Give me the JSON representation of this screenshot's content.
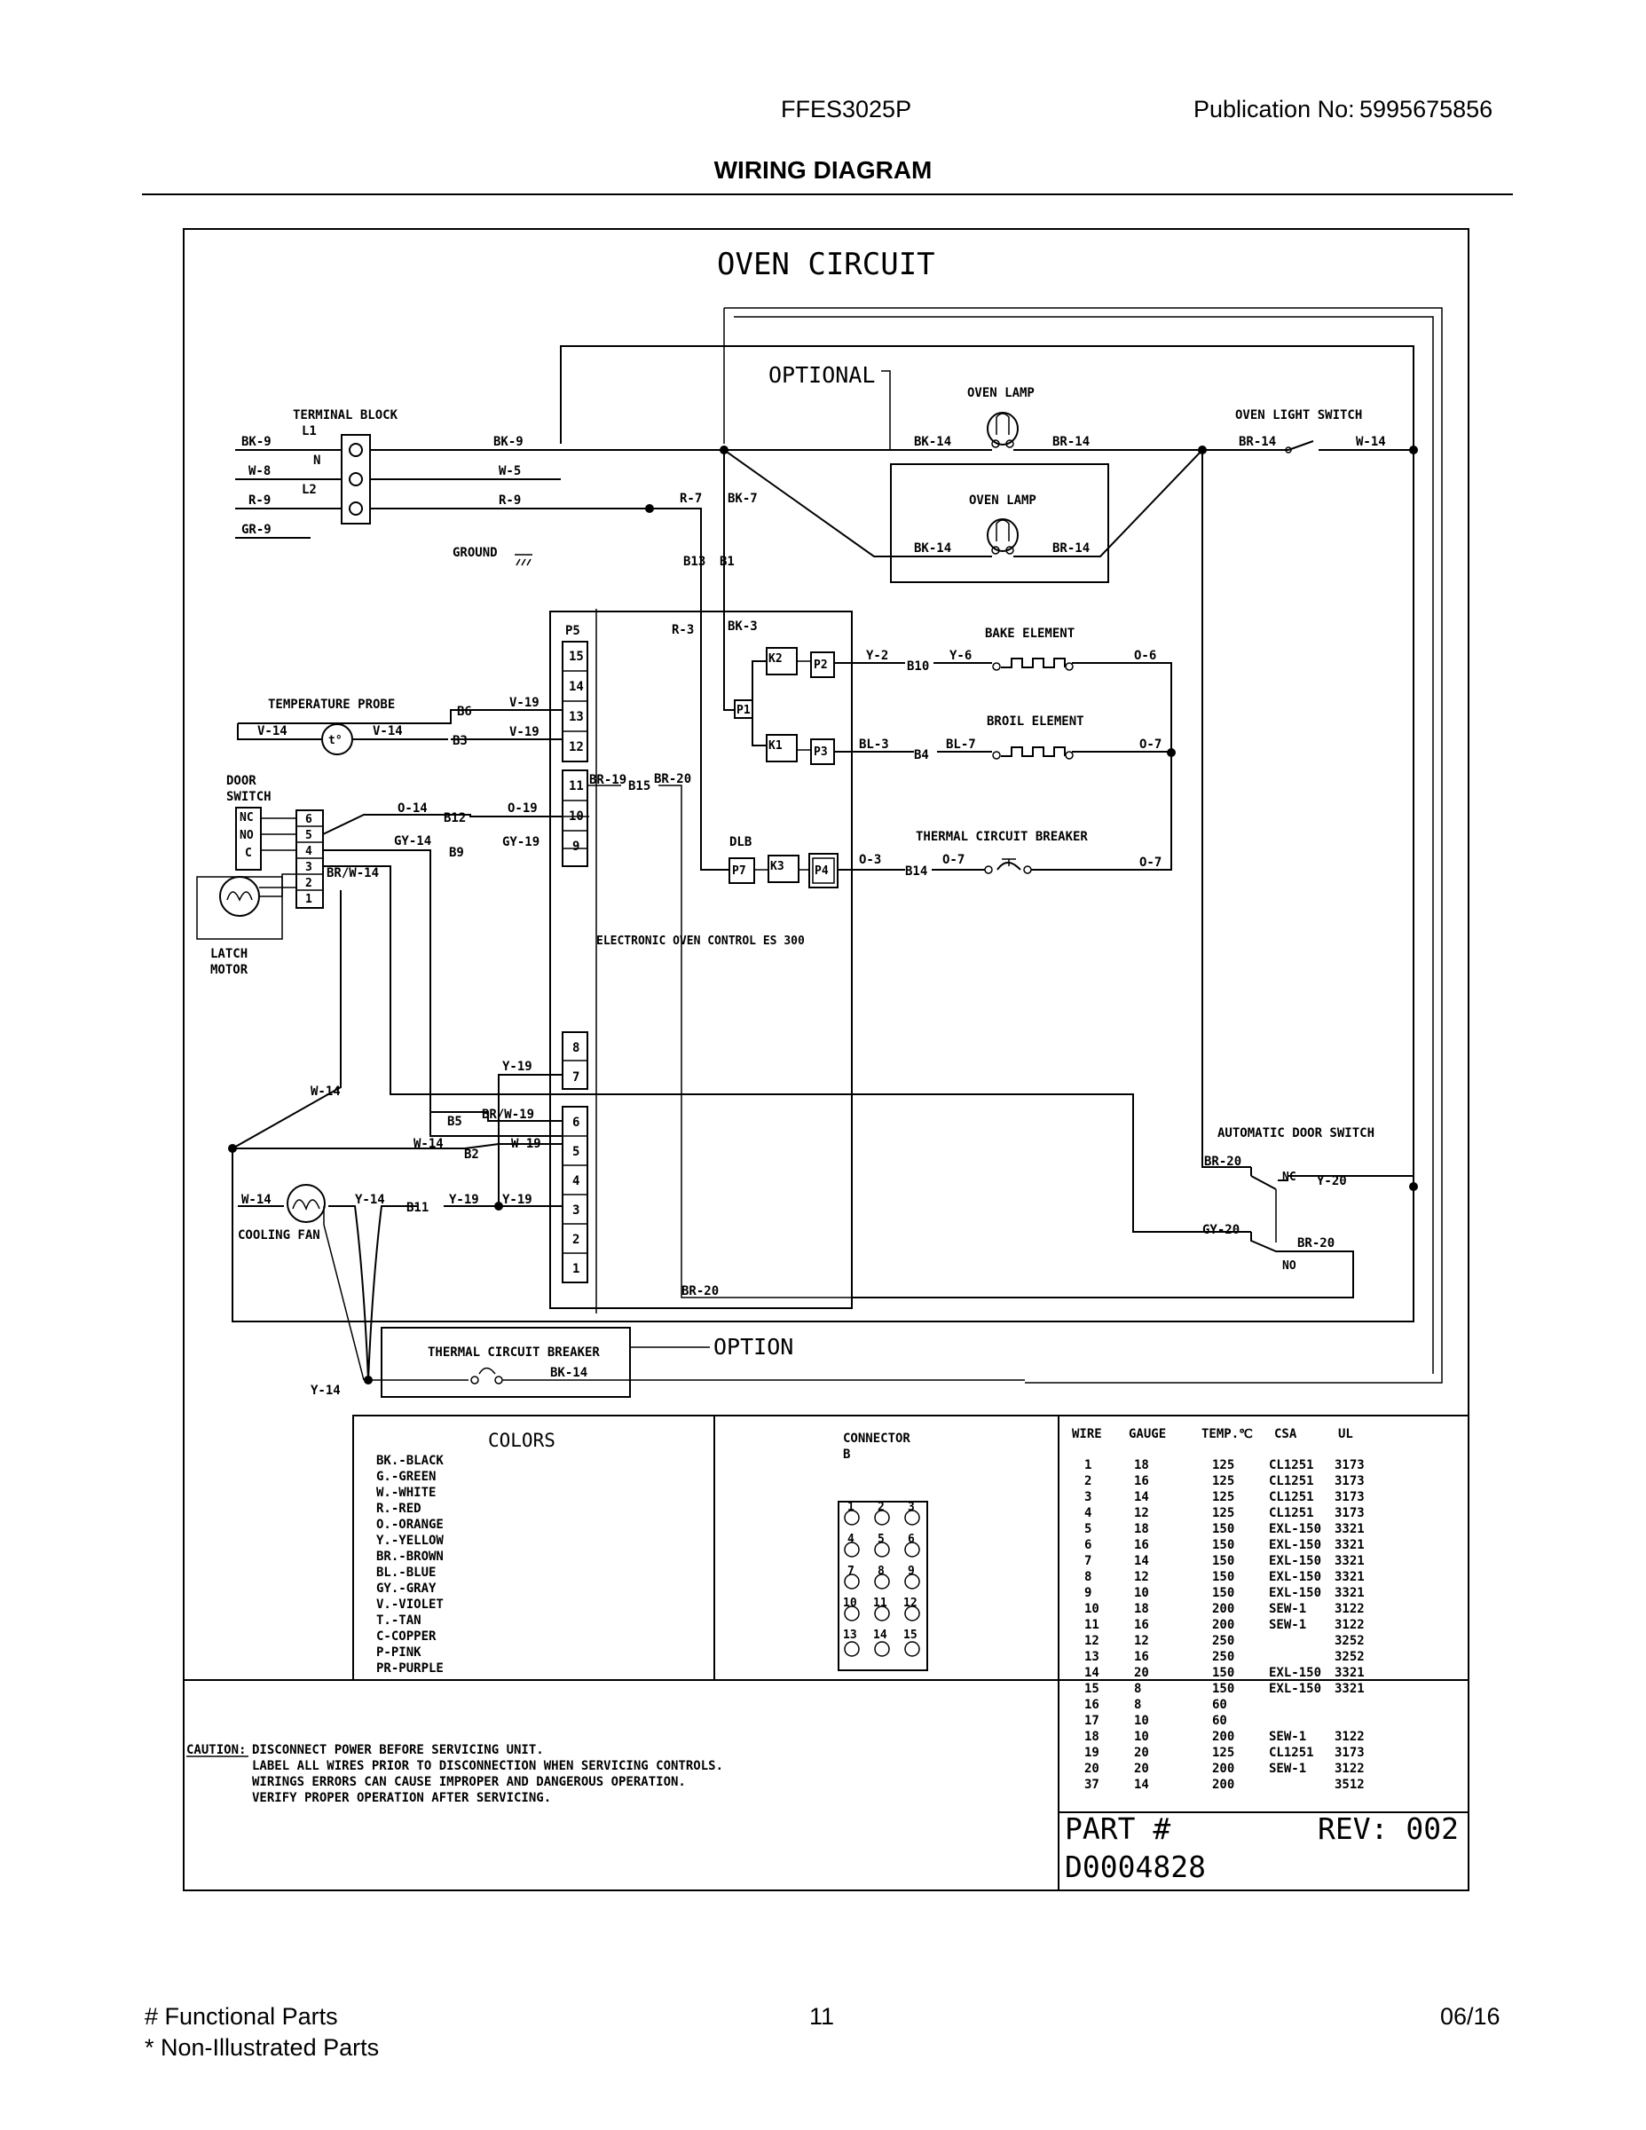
{
  "header": {
    "model": "FFES3025P",
    "publication_label": "Publication No:",
    "publication_number": "5995675856",
    "title": "WIRING DIAGRAM"
  },
  "diagram": {
    "circuit_title": "OVEN CIRCUIT",
    "optional_label": "OPTIONAL",
    "option_label": "OPTION",
    "terminal_block": {
      "title": "TERMINAL BLOCK",
      "terminals": [
        "L1",
        "N",
        "L2"
      ],
      "inputs": [
        "BK-9",
        "W-8",
        "R-9",
        "GR-9"
      ],
      "outputs": [
        "BK-9",
        "W-5",
        "R-9"
      ],
      "ground": "GROUND"
    },
    "oven_lamp": "OVEN LAMP",
    "oven_light_switch": "OVEN LIGHT SWITCH",
    "bake_element": "BAKE ELEMENT",
    "broil_element": "BROIL ELEMENT",
    "thermal_circuit_breaker": "THERMAL CIRCUIT BREAKER",
    "temperature_probe": "TEMPERATURE PROBE",
    "door_switch": [
      "DOOR",
      "SWITCH"
    ],
    "door_switch_contacts": [
      "NC",
      "NO",
      "C"
    ],
    "latch_motor": [
      "LATCH",
      "MOTOR"
    ],
    "cooling_fan": "COOLING FAN",
    "automatic_door_switch": "AUTOMATIC DOOR SWITCH",
    "control": "ELECTRONIC OVEN CONTROL ES 300",
    "dlb": "DLB",
    "probe_symbol": "t°",
    "relays": [
      "K2",
      "K1",
      "K3"
    ],
    "plugs": [
      "P1",
      "P2",
      "P3",
      "P4",
      "P5",
      "P7"
    ],
    "pins_p5": [
      "15",
      "14",
      "13",
      "12"
    ],
    "pins_p6": [
      "11",
      "10",
      "9"
    ],
    "pins_p8": [
      "8",
      "7"
    ],
    "pins_p9": [
      "6",
      "5",
      "4",
      "3",
      "2",
      "1"
    ],
    "connector_pins": [
      "6",
      "5",
      "4",
      "3",
      "2",
      "1"
    ],
    "nc": "NC",
    "no": "NO",
    "wires": {
      "bk14": "BK-14",
      "br14": "BR-14",
      "w14": "W-14",
      "r7": "R-7",
      "bk7": "BK-7",
      "r3": "R-3",
      "bk3": "BK-3",
      "y2": "Y-2",
      "y6": "Y-6",
      "o6": "O-6",
      "bl3": "BL-3",
      "bl7": "BL-7",
      "o7": "O-7",
      "o3": "O-3",
      "v19": "V-19",
      "v14": "V-14",
      "br19": "BR-19",
      "br20": "BR-20",
      "o14": "O-14",
      "o19": "O-19",
      "gy14": "GY-14",
      "gy19": "GY-19",
      "brw14": "BR/W-14",
      "brw19": "BR/W-19",
      "y19": "Y-19",
      "y14": "Y-14",
      "w19": "W-19",
      "y20": "Y-20",
      "gy20": "GY-20"
    },
    "blocks": {
      "b1": "B1",
      "b2": "B2",
      "b3": "B3",
      "b4": "B4",
      "b5": "B5",
      "b6": "B6",
      "b9": "B9",
      "b10": "B10",
      "b11": "B11",
      "b12": "B12",
      "b13": "B13",
      "b14": "B14",
      "b15": "B15"
    }
  },
  "colors_table": {
    "title": "COLORS",
    "entries": [
      "BK.-BLACK",
      "G.-GREEN",
      "W.-WHITE",
      "R.-RED",
      "O.-ORANGE",
      "Y.-YELLOW",
      "BR.-BROWN",
      "BL.-BLUE",
      "GY.-GRAY",
      "V.-VIOLET",
      "T.-TAN",
      "C-COPPER",
      "P-PINK",
      "PR-PURPLE"
    ]
  },
  "connector": {
    "title": "CONNECTOR",
    "name": "B",
    "pins": [
      "1",
      "2",
      "3",
      "4",
      "5",
      "6",
      "7",
      "8",
      "9",
      "10",
      "11",
      "12",
      "13",
      "14",
      "15"
    ]
  },
  "wire_table": {
    "headers": [
      "WIRE",
      "GAUGE",
      "TEMP.℃",
      "CSA",
      "UL"
    ],
    "rows": [
      [
        "1",
        "18",
        "125",
        "CL1251",
        "3173"
      ],
      [
        "2",
        "16",
        "125",
        "CL1251",
        "3173"
      ],
      [
        "3",
        "14",
        "125",
        "CL1251",
        "3173"
      ],
      [
        "4",
        "12",
        "125",
        "CL1251",
        "3173"
      ],
      [
        "5",
        "18",
        "150",
        "EXL-150",
        "3321"
      ],
      [
        "6",
        "16",
        "150",
        "EXL-150",
        "3321"
      ],
      [
        "7",
        "14",
        "150",
        "EXL-150",
        "3321"
      ],
      [
        "8",
        "12",
        "150",
        "EXL-150",
        "3321"
      ],
      [
        "9",
        "10",
        "150",
        "EXL-150",
        "3321"
      ],
      [
        "10",
        "18",
        "200",
        "SEW-1",
        "3122"
      ],
      [
        "11",
        "16",
        "200",
        "SEW-1",
        "3122"
      ],
      [
        "12",
        "12",
        "250",
        "",
        "3252"
      ],
      [
        "13",
        "16",
        "250",
        "",
        "3252"
      ],
      [
        "14",
        "20",
        "150",
        "EXL-150",
        "3321"
      ],
      [
        "15",
        "8",
        "150",
        "EXL-150",
        "3321"
      ],
      [
        "16",
        "8",
        "60",
        "",
        ""
      ],
      [
        "17",
        "10",
        "60",
        "",
        ""
      ],
      [
        "18",
        "10",
        "200",
        "SEW-1",
        "3122"
      ],
      [
        "19",
        "20",
        "125",
        "CL1251",
        "3173"
      ],
      [
        "20",
        "20",
        "200",
        "SEW-1",
        "3122"
      ],
      [
        "37",
        "14",
        "200",
        "",
        "3512"
      ]
    ]
  },
  "caution": {
    "label": "CAUTION:",
    "lines": [
      "DISCONNECT POWER BEFORE SERVICING UNIT.",
      "LABEL ALL WIRES PRIOR TO DISCONNECTION WHEN SERVICING CONTROLS.",
      "WIRINGS ERRORS CAN CAUSE IMPROPER AND DANGEROUS OPERATION.",
      "VERIFY PROPER OPERATION AFTER SERVICING."
    ]
  },
  "part": {
    "label": "PART #",
    "rev": "REV: 002",
    "number": "D0004828"
  },
  "footer": {
    "functional": "# Functional Parts",
    "non_illustrated": "* Non-Illustrated Parts",
    "page": "11",
    "date": "06/16"
  }
}
